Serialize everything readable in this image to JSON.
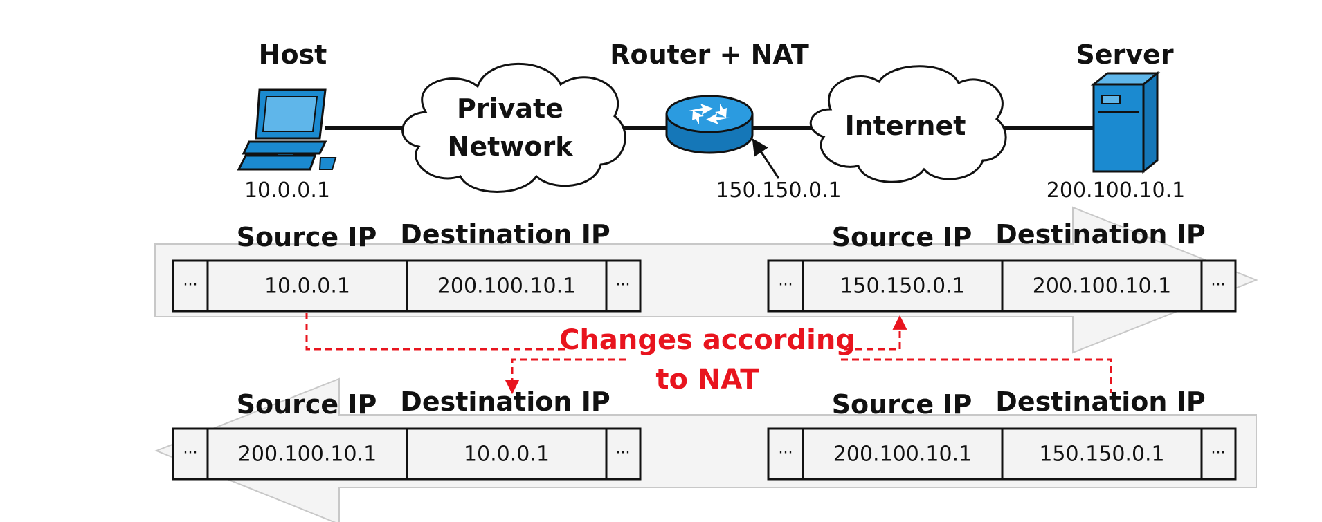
{
  "nodes": {
    "host": {
      "label": "Host",
      "ip": "10.0.0.1"
    },
    "private_network": {
      "line1": "Private",
      "line2": "Network"
    },
    "router": {
      "label": "Router + NAT",
      "ip": "150.150.0.1"
    },
    "internet": {
      "label": "Internet"
    },
    "server": {
      "label": "Server",
      "ip": "200.100.10.1"
    }
  },
  "packets": {
    "outgoing_private": {
      "source_header": "Source IP",
      "dest_header": "Destination IP",
      "ellipsis": "···",
      "source": "10.0.0.1",
      "destination": "200.100.10.1"
    },
    "outgoing_public": {
      "source_header": "Source IP",
      "dest_header": "Destination IP",
      "ellipsis": "···",
      "source": "150.150.0.1",
      "destination": "200.100.10.1"
    },
    "incoming_private": {
      "source_header": "Source IP",
      "dest_header": "Destination IP",
      "ellipsis": "···",
      "source": "200.100.10.1",
      "destination": "10.0.0.1"
    },
    "incoming_public": {
      "source_header": "Source IP",
      "dest_header": "Destination IP",
      "ellipsis": "···",
      "source": "200.100.10.1",
      "destination": "150.150.0.1"
    }
  },
  "annotation": {
    "line1": "Changes according",
    "line2": "to NAT"
  },
  "colors": {
    "device_blue": "#1b8ad0",
    "annotation_red": "#e8141e",
    "arrow_fill": "#f3f3f3"
  }
}
